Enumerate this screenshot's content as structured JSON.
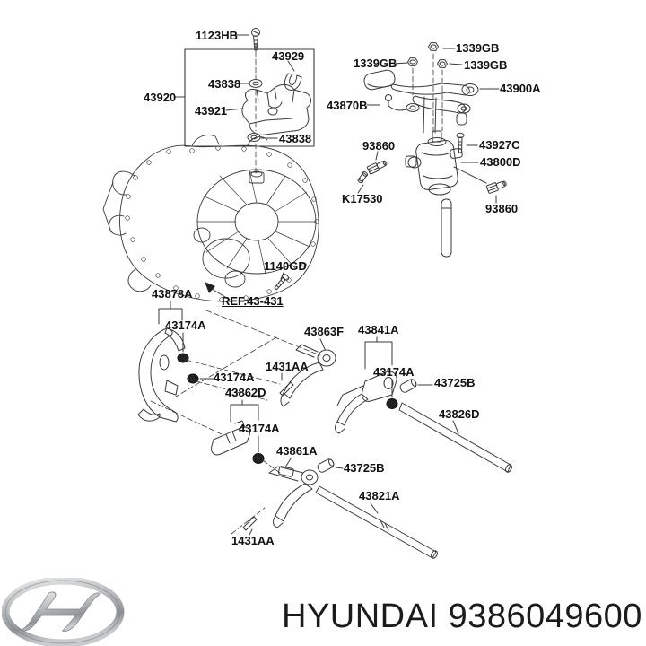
{
  "diagram": {
    "labels": [
      {
        "text": "1123HB"
      },
      {
        "text": "43929"
      },
      {
        "text": "43838"
      },
      {
        "text": "43920"
      },
      {
        "text": "43921"
      },
      {
        "text": "43838"
      },
      {
        "text": "1339GB"
      },
      {
        "text": "1339GB"
      },
      {
        "text": "1339GB"
      },
      {
        "text": "43900A"
      },
      {
        "text": "43870B"
      },
      {
        "text": "93860"
      },
      {
        "text": "43927C"
      },
      {
        "text": "43800D"
      },
      {
        "text": "K17530"
      },
      {
        "text": "93860"
      },
      {
        "text": "1140GD"
      },
      {
        "text": "43878A"
      },
      {
        "text": "REF.43-431"
      },
      {
        "text": "43174A"
      },
      {
        "text": "43863F"
      },
      {
        "text": "43841A"
      },
      {
        "text": "1431AA"
      },
      {
        "text": "43174A"
      },
      {
        "text": "43862D"
      },
      {
        "text": "43174A"
      },
      {
        "text": "43725B"
      },
      {
        "text": "43826D"
      },
      {
        "text": "43174A"
      },
      {
        "text": "43861A"
      },
      {
        "text": "43725B"
      },
      {
        "text": "43821A"
      },
      {
        "text": "1431AA"
      }
    ]
  },
  "footer": {
    "brand": "HYUNDAI",
    "part_number": "9386049600"
  },
  "colors": {
    "line": "#3a3a3a",
    "label": "#111111",
    "background": "#ffffff",
    "logo_silver": "#aeb2b5"
  }
}
